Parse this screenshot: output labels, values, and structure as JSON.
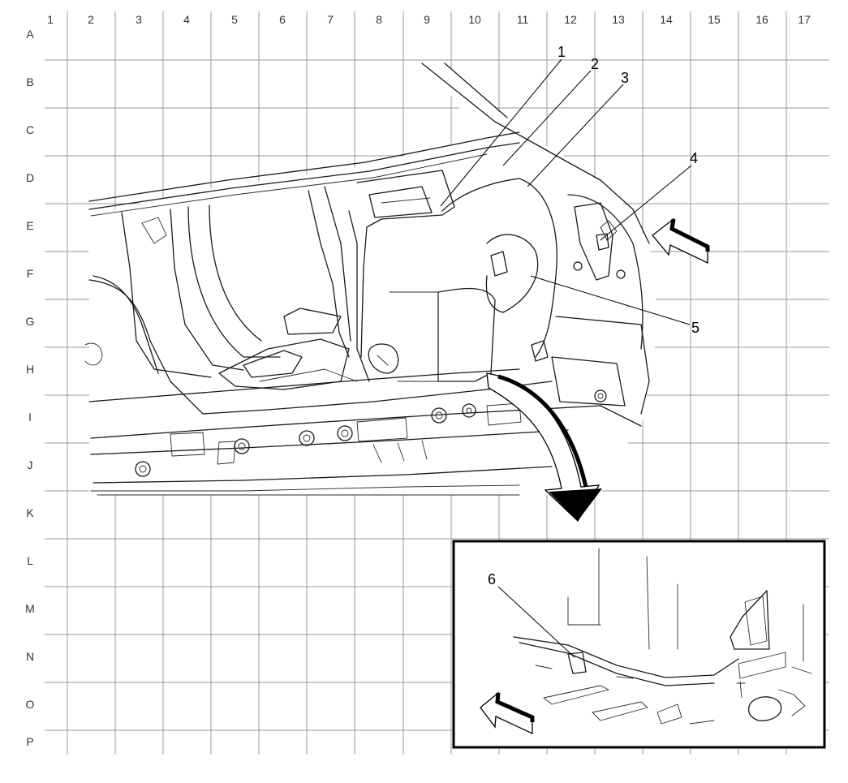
{
  "grid": {
    "columns": [
      "1",
      "2",
      "3",
      "4",
      "5",
      "6",
      "7",
      "8",
      "9",
      "10",
      "11",
      "12",
      "13",
      "14",
      "15",
      "16",
      "17"
    ],
    "rows": [
      "A",
      "B",
      "C",
      "D",
      "E",
      "F",
      "G",
      "H",
      "I",
      "J",
      "K",
      "L",
      "M",
      "N",
      "O",
      "P"
    ]
  },
  "callouts": [
    {
      "id": "1",
      "label": "1"
    },
    {
      "id": "2",
      "label": "2"
    },
    {
      "id": "3",
      "label": "3"
    },
    {
      "id": "4",
      "label": "4"
    },
    {
      "id": "5",
      "label": "5"
    },
    {
      "id": "6",
      "label": "6"
    }
  ],
  "colors": {
    "ink": "#1a1a1a",
    "grid": "#9a9a9a",
    "background": "#ffffff"
  }
}
